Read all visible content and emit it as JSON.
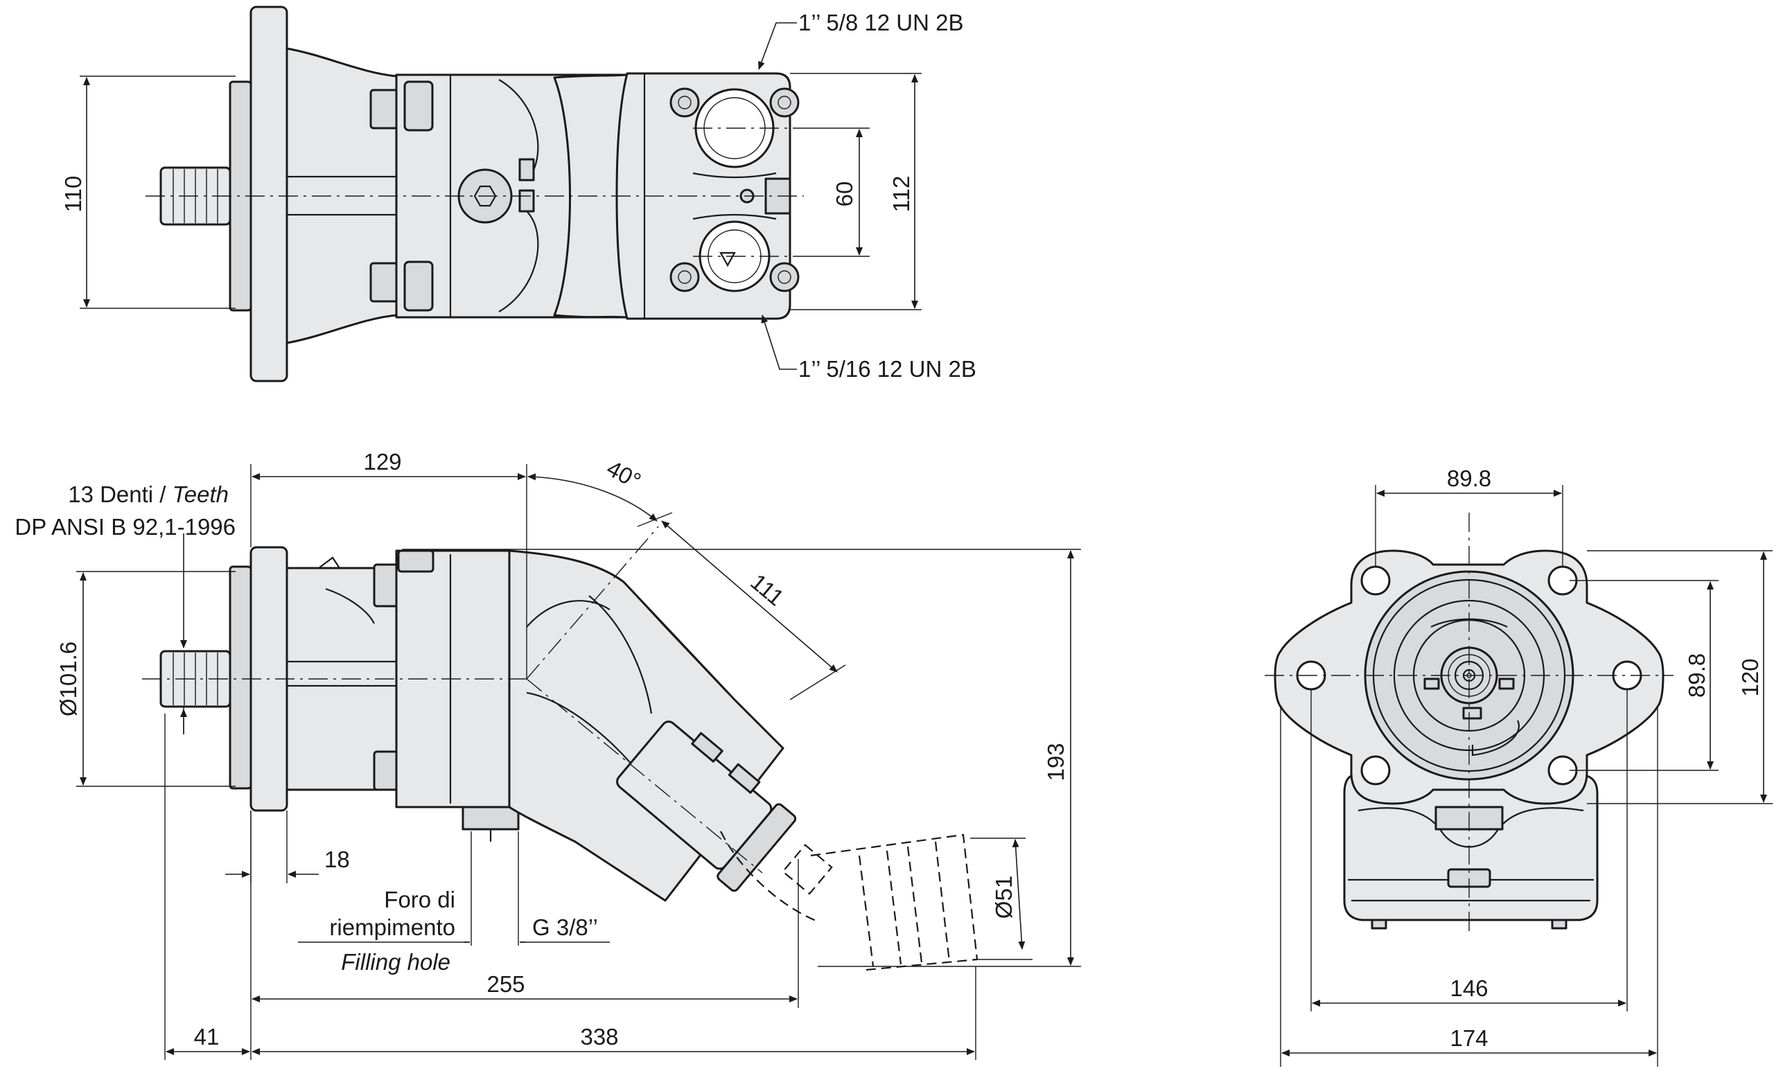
{
  "labels": {
    "port_upper": "1’’ 5/8 12 UN 2B",
    "port_lower": "1’’ 5/16 12 UN 2B",
    "teeth_line1_a": "13 Denti / ",
    "teeth_line1_b": "Teeth",
    "teeth_line2": "DP ANSI B 92,1-1996",
    "fill_1": "Foro di",
    "fill_2": "riempimento",
    "fill_3": "Filling hole",
    "thread": "G 3/8’’"
  },
  "dims": {
    "top_110": "110",
    "top_60": "60",
    "top_112": "112",
    "side_129": "129",
    "side_angle": "40°",
    "side_111": "111",
    "side_dia": "Ø101.6",
    "side_193": "193",
    "side_18": "18",
    "side_dia51": "Ø51",
    "side_255": "255",
    "side_41": "41",
    "side_338": "338",
    "front_898_top": "89.8",
    "front_898_right": "89.8",
    "front_120": "120",
    "front_146": "146",
    "front_174": "174"
  }
}
